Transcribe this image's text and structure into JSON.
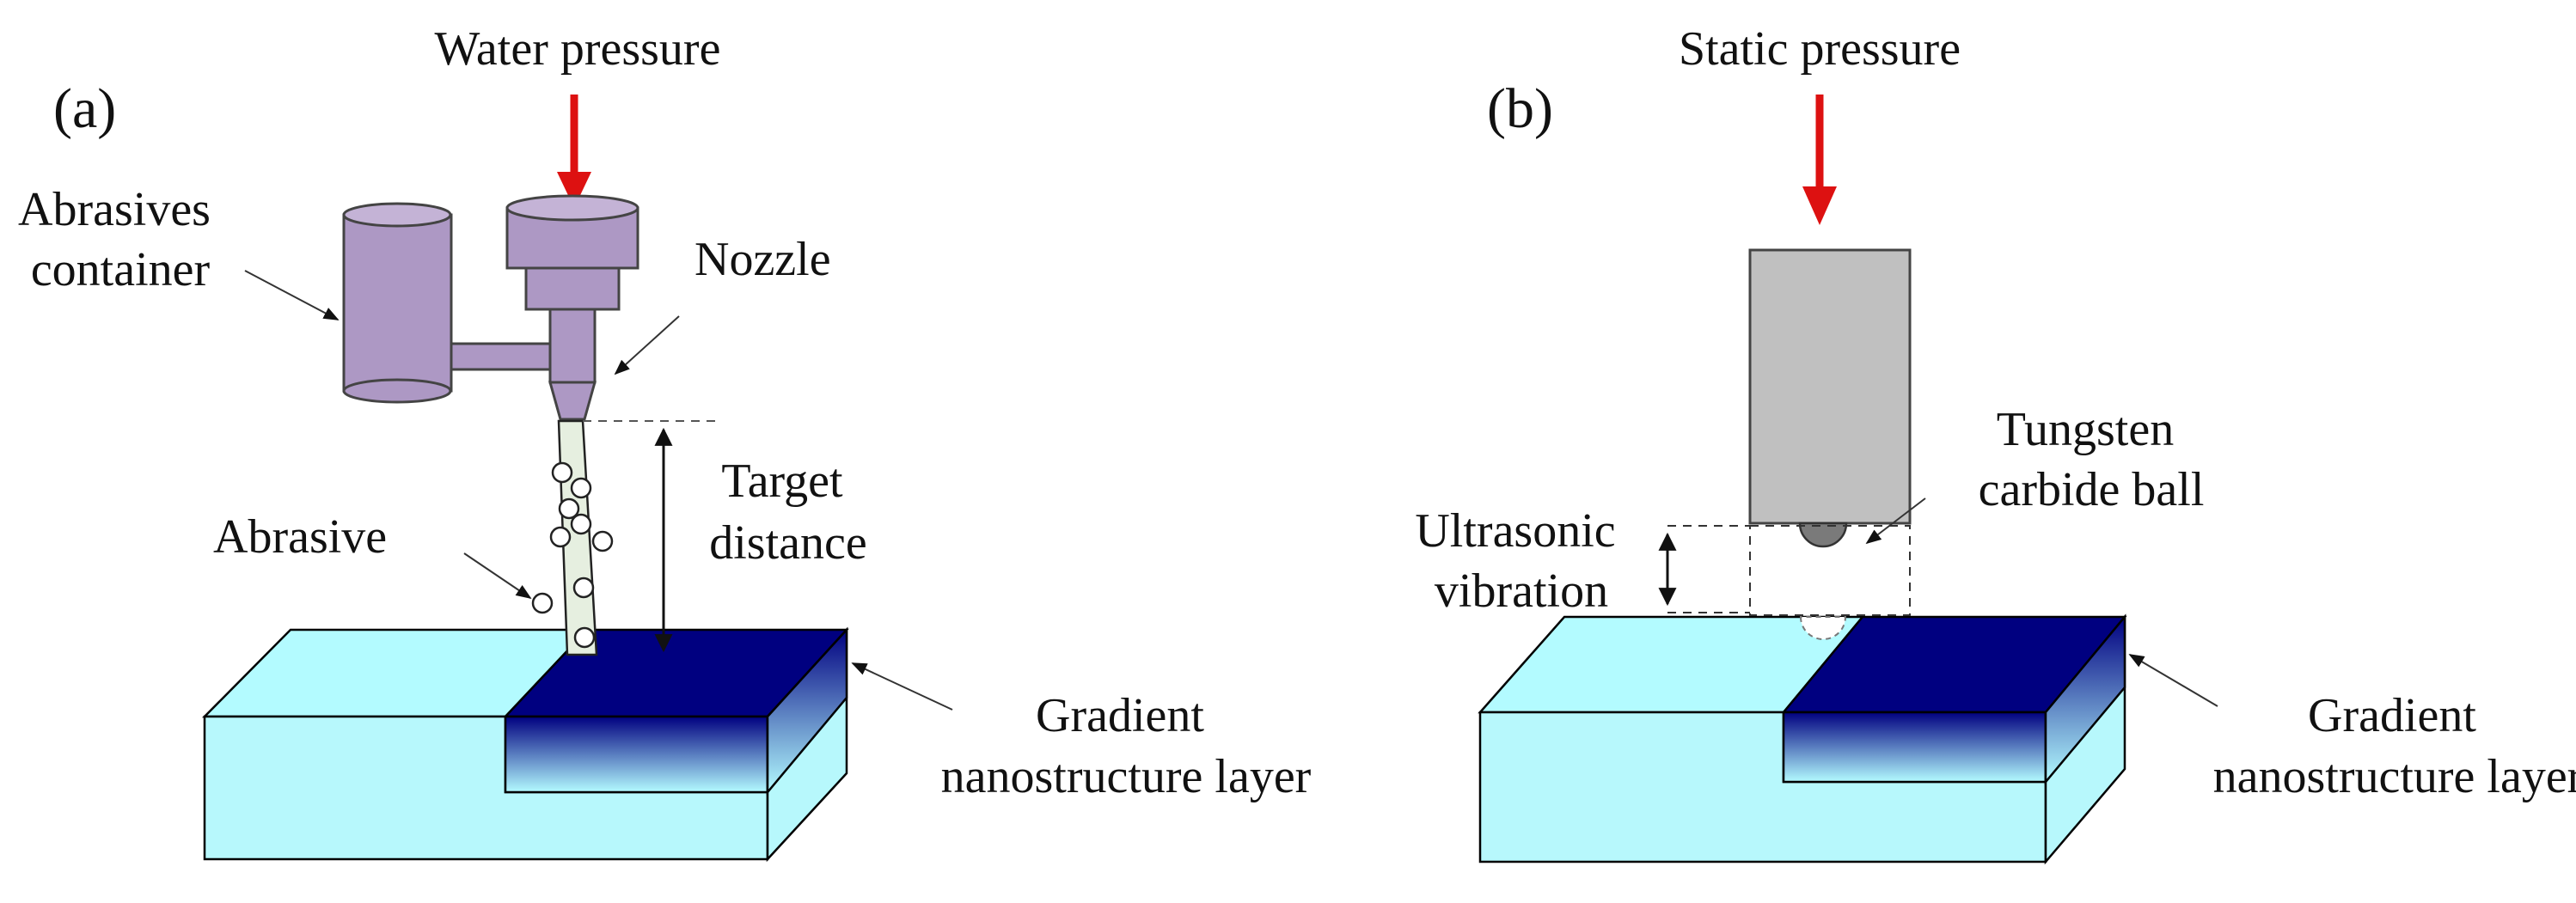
{
  "panel_a": {
    "label": "(a)",
    "top_label": "Water pressure",
    "abrasives_container": [
      "Abrasives",
      "container"
    ],
    "nozzle": "Nozzle",
    "target_distance": [
      "Target",
      "distance"
    ],
    "abrasive": "Abrasive",
    "gradient_layer": [
      "Gradient",
      "nanostructure layer"
    ]
  },
  "panel_b": {
    "label": "(b)",
    "top_label": "Static pressure",
    "ball": [
      "Tungsten",
      "carbide ball"
    ],
    "vibration": [
      "Ultrasonic",
      "vibration"
    ],
    "gradient_layer": [
      "Gradient",
      "nanostructure layer"
    ]
  },
  "colors": {
    "block_light": "#b3fbff",
    "block_side": "#b7f8fc",
    "layer_dark": "#000080",
    "machine_purple": "#ad98c4",
    "tool_gray": "#c0c0c0",
    "ball_gray": "#7a7a7a",
    "arrow_red": "#dd1111",
    "jet_fill": "#e6efe0"
  }
}
